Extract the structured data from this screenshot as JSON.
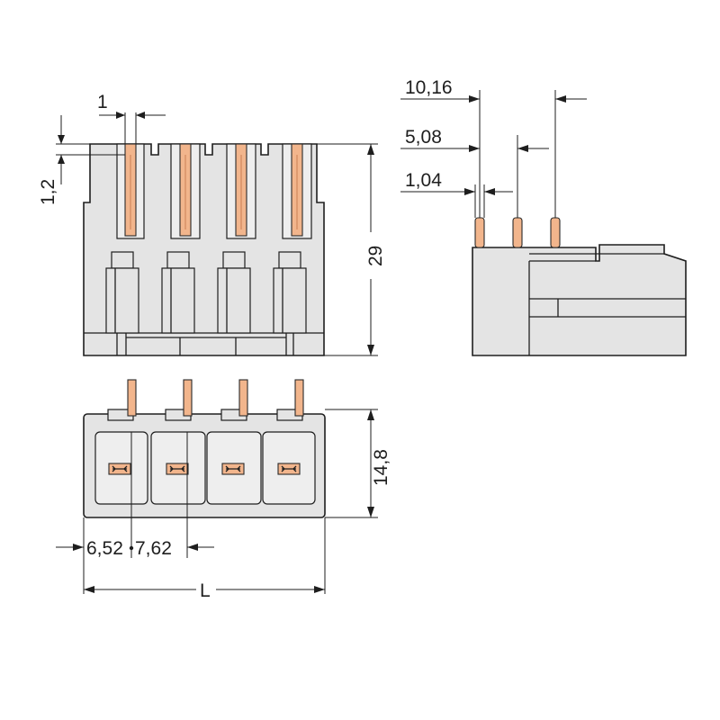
{
  "dimensions": {
    "pitch_label": "1",
    "offset_label": "1,2",
    "height_label": "29",
    "row_spacing_10_label": "10,16",
    "row_spacing_5_label": "5,08",
    "row_spacing_1_label": "1,04",
    "depth_label": "14,8",
    "edge_label": "6,52",
    "pitch_762_label": "7,62",
    "length_label": "L"
  },
  "colors": {
    "body": "#e4e4e4",
    "outline": "#1e1e1e",
    "pin": "#f2b58c"
  }
}
